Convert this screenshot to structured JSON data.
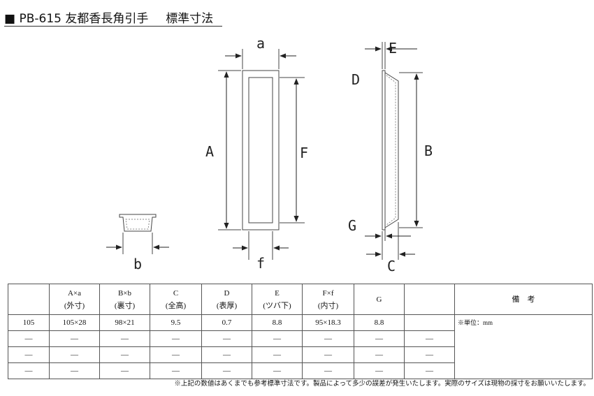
{
  "header": {
    "square_icon": "■",
    "model": "PB-615",
    "product_name": "友都香長角引手",
    "section": "標準寸法"
  },
  "dimension_labels": {
    "a": "a",
    "A": "A",
    "F": "F",
    "f": "f",
    "b": "b",
    "E": "E",
    "D": "D",
    "B": "B",
    "G": "G",
    "C": "C"
  },
  "table": {
    "header": [
      {
        "line1": "",
        "line2": ""
      },
      {
        "line1": "A×a",
        "line2": "(外寸)"
      },
      {
        "line1": "B×b",
        "line2": "(裏寸)"
      },
      {
        "line1": "C",
        "line2": "(全高)"
      },
      {
        "line1": "D",
        "line2": "(表厚)"
      },
      {
        "line1": "E",
        "line2": "(ツバ下)"
      },
      {
        "line1": "F×f",
        "line2": "(内寸)"
      },
      {
        "line1": "G",
        "line2": ""
      },
      {
        "line1": "",
        "line2": ""
      },
      {
        "line1": "備　考",
        "line2": ""
      }
    ],
    "rows": [
      [
        "105",
        "105×28",
        "98×21",
        "9.5",
        "0.7",
        "8.8",
        "95×18.3",
        "8.8",
        ""
      ],
      [
        "—",
        "—",
        "—",
        "—",
        "—",
        "—",
        "—",
        "—",
        "—"
      ],
      [
        "—",
        "—",
        "—",
        "—",
        "—",
        "—",
        "—",
        "—",
        "—"
      ],
      [
        "—",
        "—",
        "—",
        "—",
        "—",
        "—",
        "—",
        "—",
        "—"
      ]
    ],
    "remarks": "※単位：mm"
  },
  "footnote": "※上記の数値はあくまでも参考標準寸法です。製品によって多少の誤差が発生いたします。実際のサイズは現物の採寸をお願いいたします。"
}
